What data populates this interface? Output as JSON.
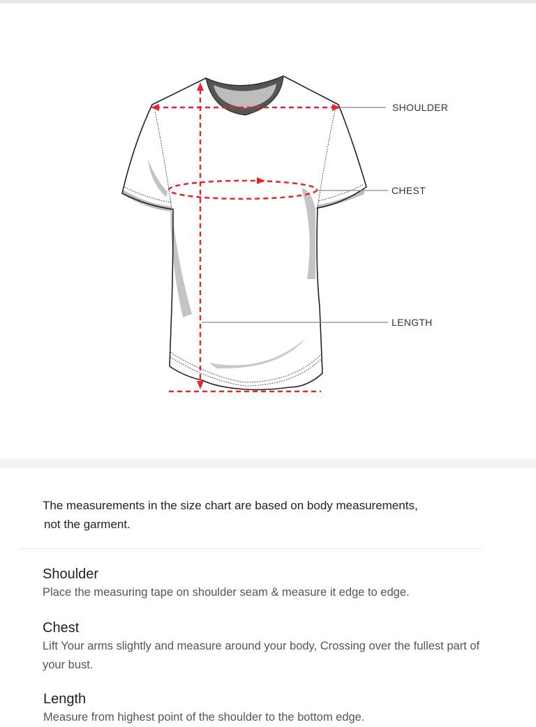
{
  "diagram": {
    "subject": "t-shirt",
    "callouts": [
      {
        "label": "SHOULDER"
      },
      {
        "label": "CHEST"
      },
      {
        "label": "LENGTH"
      }
    ],
    "colors": {
      "measure_line": "#e8232a",
      "outline": "#222222",
      "shade": "#bdbdbd",
      "leader": "#888888"
    }
  },
  "note": {
    "line1": "The measurements in the size chart are based on body measurements,",
    "line2": "not the garment."
  },
  "sections": [
    {
      "title": "Shoulder",
      "description": "Place the measuring tape on shoulder seam & measure it edge to edge."
    },
    {
      "title": "Chest",
      "description": "Lift Your arms slightly and measure around your body, Crossing over the fullest part of your bust."
    },
    {
      "title": "Length",
      "description": "Measure from highest point of the shoulder to the bottom edge."
    }
  ]
}
